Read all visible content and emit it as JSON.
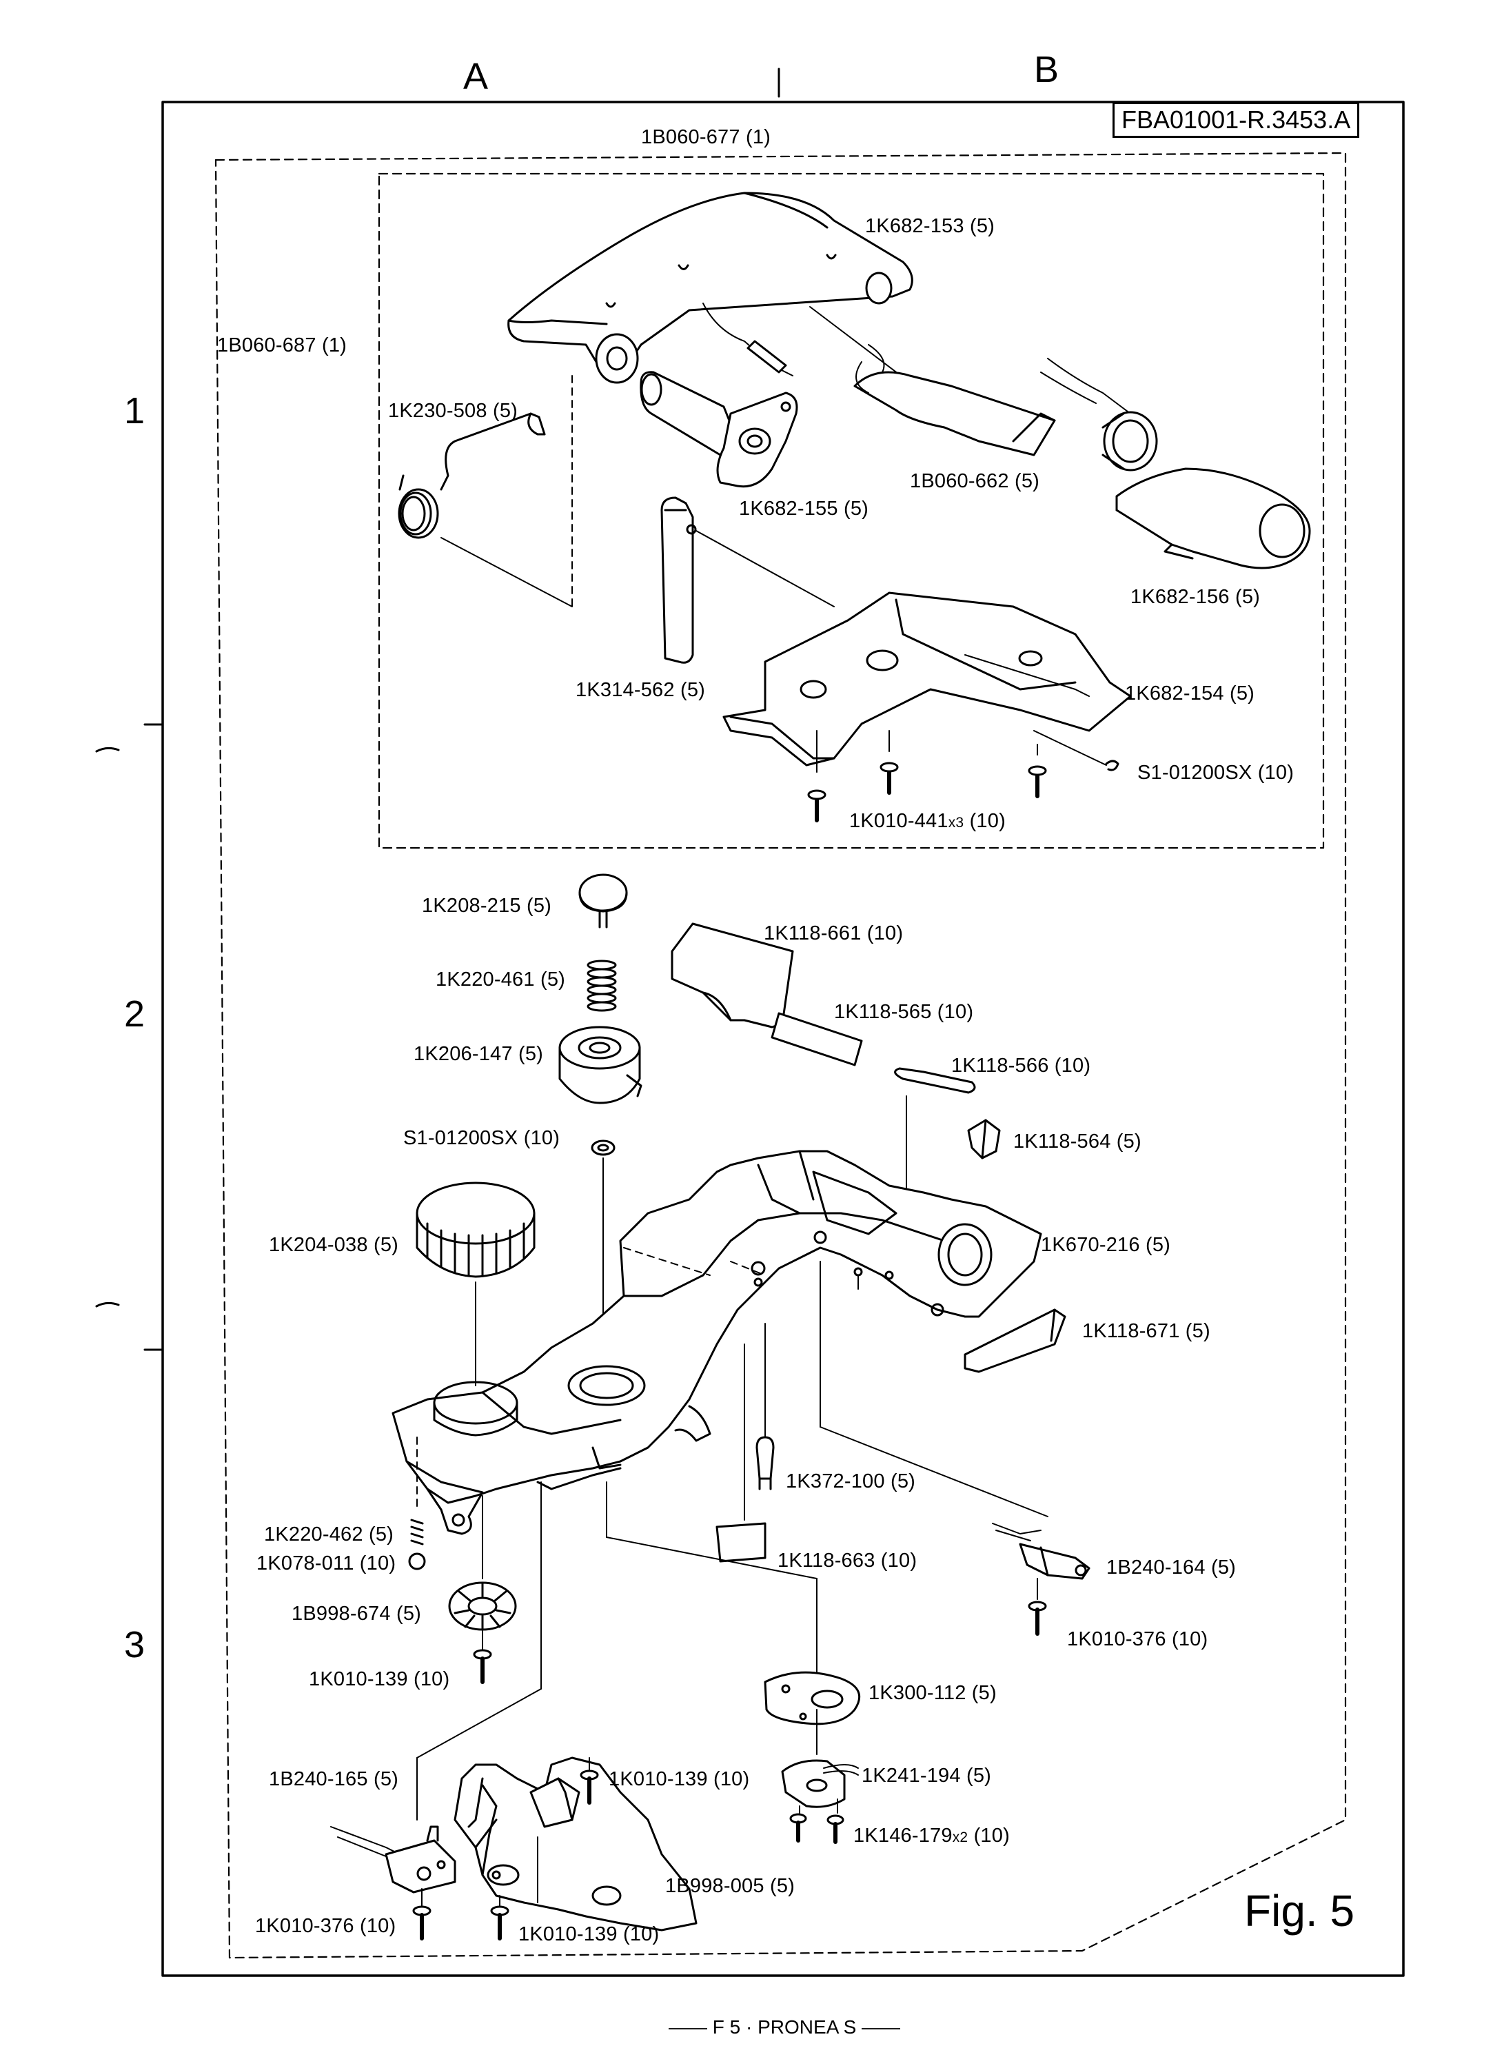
{
  "header": {
    "columns": [
      "A",
      "B"
    ],
    "document_code": "FBA01001-R.3453.A"
  },
  "rows": [
    "1",
    "2",
    "3"
  ],
  "groups": {
    "outer_assembly": "1B060-677 (1)",
    "upper_assembly": "1B060-687 (1)"
  },
  "parts": {
    "p_1K682_153": "1K682-153 (5)",
    "p_1K230_508": "1K230-508 (5)",
    "p_1K682_155": "1K682-155 (5)",
    "p_1B060_662": "1B060-662 (5)",
    "p_1K682_156": "1K682-156 (5)",
    "p_1K314_562": "1K314-562 (5)",
    "p_1K682_154": "1K682-154 (5)",
    "p_S1_01200SX_a": "S1-01200SX (10)",
    "p_1K010_441": "1K010-441",
    "p_1K010_441_qty": "x3",
    "p_1K010_441_pack": "(10)",
    "p_1K208_215": "1K208-215 (5)",
    "p_1K118_661": "1K118-661 (10)",
    "p_1K220_461": "1K220-461 (5)",
    "p_1K118_565": "1K118-565 (10)",
    "p_1K206_147": "1K206-147 (5)",
    "p_1K118_566": "1K118-566 (10)",
    "p_S1_01200SX_b": "S1-01200SX (10)",
    "p_1K118_564": "1K118-564 (5)",
    "p_1K204_038": "1K204-038 (5)",
    "p_1K670_216": "1K670-216 (5)",
    "p_1K118_671": "1K118-671 (5)",
    "p_1K372_100": "1K372-100 (5)",
    "p_1K220_462": "1K220-462 (5)",
    "p_1K078_011": "1K078-011 (10)",
    "p_1K118_663": "1K118-663 (10)",
    "p_1B240_164": "1B240-164 (5)",
    "p_1B998_674": "1B998-674 (5)",
    "p_1K010_376_a": "1K010-376 (10)",
    "p_1K010_139_a": "1K010-139 (10)",
    "p_1K300_112": "1K300-112 (5)",
    "p_1B240_165": "1B240-165 (5)",
    "p_1K010_139_b": "1K010-139 (10)",
    "p_1K241_194": "1K241-194 (5)",
    "p_1K146_179": "1K146-179",
    "p_1K146_179_qty": "x2",
    "p_1K146_179_pack": "(10)",
    "p_1B998_005": "1B998-005 (5)",
    "p_1K010_376_b": "1K010-376 (10)",
    "p_1K010_139_c": "1K010-139 (10)"
  },
  "figure_label": "Fig.  5",
  "footer": "—— F 5 · PRONEA S ——"
}
